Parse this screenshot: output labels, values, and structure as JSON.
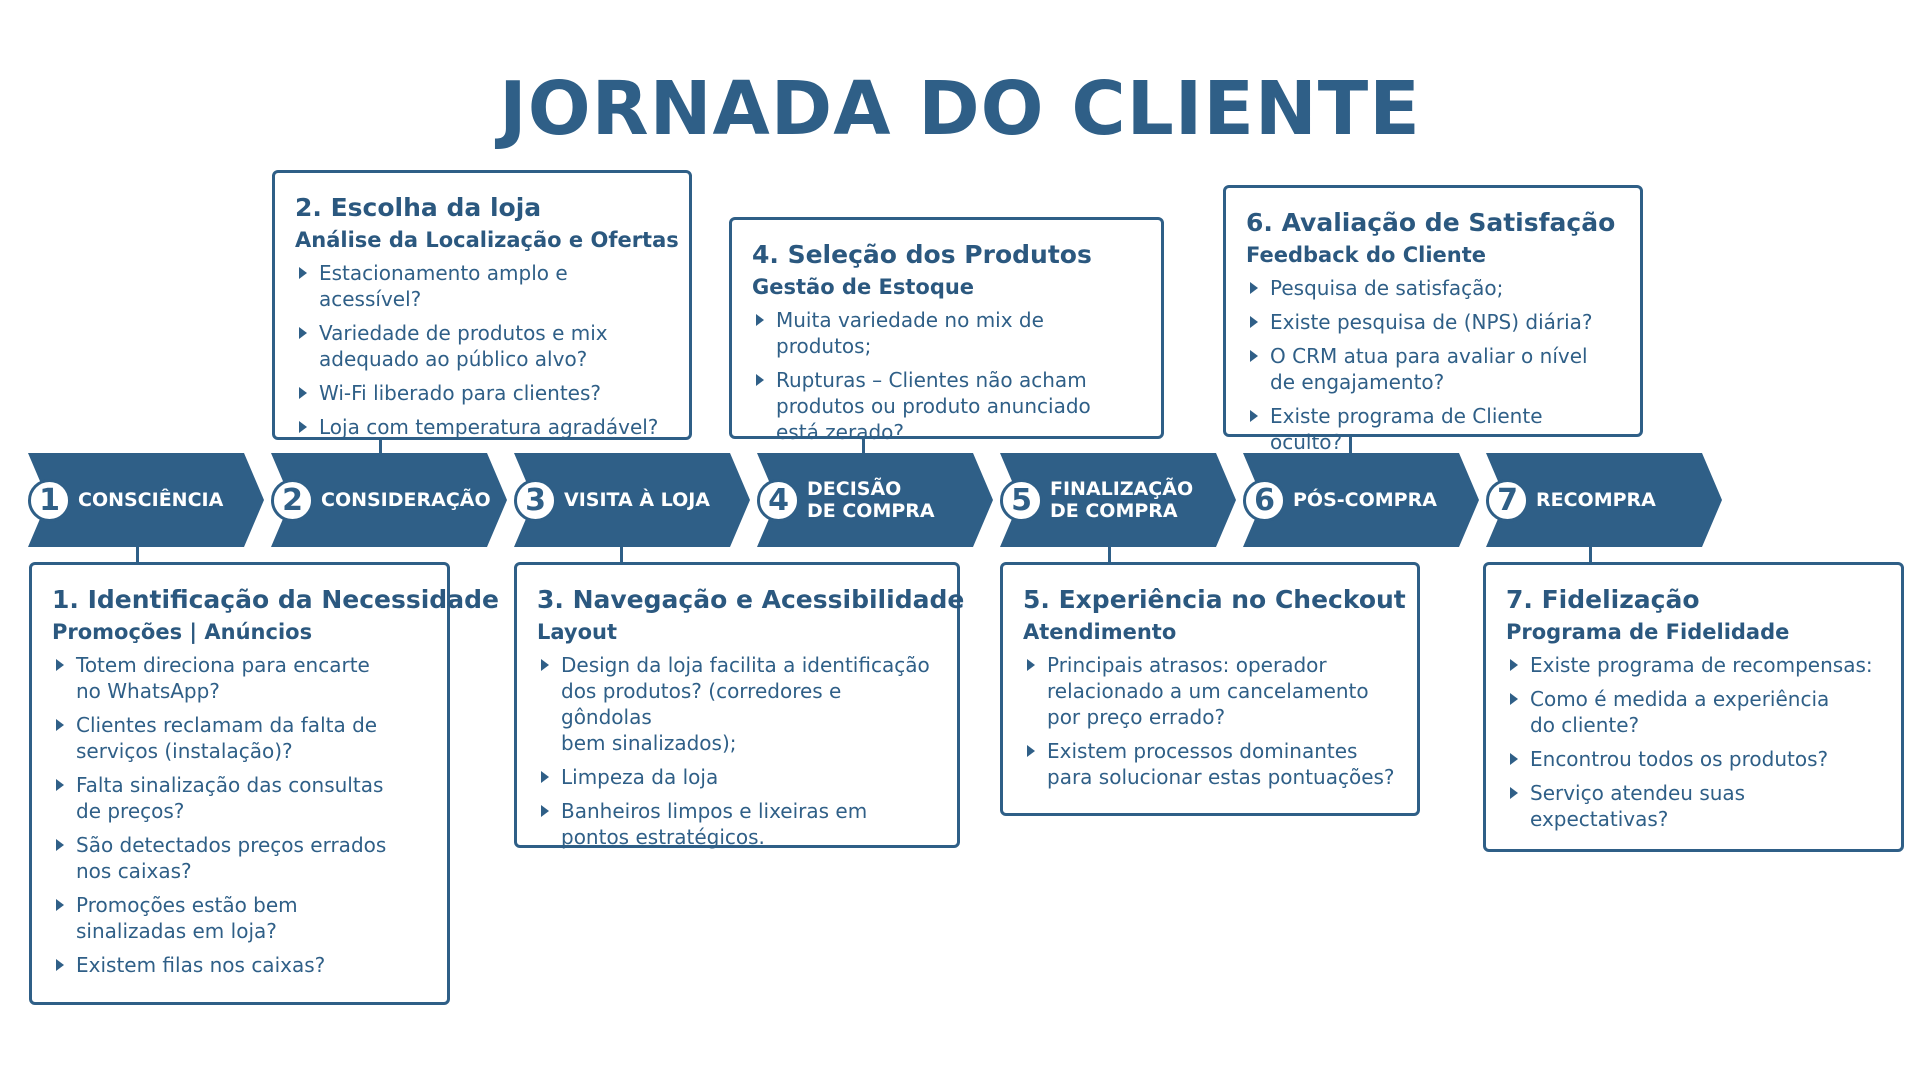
{
  "title": "JORNADA DO CLIENTE",
  "colors": {
    "primary": "#2f5f87",
    "background": "#ffffff"
  },
  "stages": [
    {
      "num": "1",
      "label": "CONSCIÊNCIA"
    },
    {
      "num": "2",
      "label": "CONSIDERAÇÃO"
    },
    {
      "num": "3",
      "label": "VISITA À LOJA"
    },
    {
      "num": "4",
      "label": "DECISÃO\nDE COMPRA"
    },
    {
      "num": "5",
      "label": "FINALIZAÇÃO\nDE COMPRA"
    },
    {
      "num": "6",
      "label": "PÓS-COMPRA"
    },
    {
      "num": "7",
      "label": "RECOMPRA"
    }
  ],
  "boxes": {
    "b1": {
      "title": "1. Identificação da Necessidade",
      "subtitle": "Promoções | Anúncios",
      "items": [
        "Totem direciona para encarte\n no WhatsApp?",
        "Clientes reclamam da falta de\nserviços (instalação)?",
        "Falta sinalização das consultas\nde preços?",
        "São detectados preços errados\nnos caixas?",
        "Promoções estão bem\nsinalizadas em loja?",
        "Existem filas nos caixas?"
      ]
    },
    "b2": {
      "title": "2. Escolha da loja",
      "subtitle": "Análise da Localização e Ofertas",
      "items": [
        "Estacionamento amplo e acessível?",
        "Variedade de produtos  e mix\n adequado ao público alvo?",
        "Wi-Fi liberado para clientes?",
        "Loja com temperatura agradável?"
      ]
    },
    "b3": {
      "title": "3. Navegação e Acessibilidade",
      "subtitle": "Layout",
      "items": [
        "Design da loja facilita a identificação\ndos produtos? (corredores e gôndolas\nbem sinalizados);",
        "Limpeza da loja",
        "Banheiros limpos e lixeiras em\npontos estratégicos."
      ]
    },
    "b4": {
      "title": "4. Seleção dos Produtos",
      "subtitle": "Gestão de Estoque",
      "items": [
        "Muita variedade no mix de produtos;",
        "Rupturas – Clientes não acham\nprodutos ou produto anunciado\nestá zerado?"
      ]
    },
    "b5": {
      "title": "5. Experiência no Checkout",
      "subtitle": "Atendimento",
      "items": [
        "Principais atrasos: operador\nrelacionado a um cancelamento\npor preço errado?",
        "Existem processos dominantes\npara solucionar estas pontuações?"
      ]
    },
    "b6": {
      "title": "6. Avaliação de Satisfação",
      "subtitle": "Feedback do Cliente",
      "items": [
        "Pesquisa de satisfação;",
        "Existe pesquisa de (NPS) diária?",
        "O CRM atua para avaliar o nível\nde engajamento?",
        "Existe programa de Cliente  oculto?"
      ]
    },
    "b7": {
      "title": "7. Fidelização",
      "subtitle": "Programa de Fidelidade",
      "items": [
        "Existe programa de recompensas:",
        "Como é medida a experiência\ndo cliente?",
        "Encontrou todos os produtos?",
        "Serviço atendeu suas\nexpectativas?"
      ]
    }
  }
}
